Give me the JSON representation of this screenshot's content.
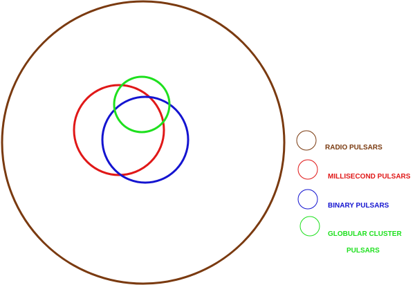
{
  "colors": {
    "radio": "#7a3a10",
    "millisecond": "#e01818",
    "binary": "#1414d0",
    "globular": "#1ee01e"
  },
  "legend": [
    {
      "key": "radio",
      "label": "RADIO PULSARS",
      "color": "#7a3a10"
    },
    {
      "key": "millisecond",
      "label": "MILLISECOND PULSARS",
      "color": "#e01818"
    },
    {
      "key": "binary",
      "label": "BINARY PULSARS",
      "color": "#1414d0"
    },
    {
      "key": "globular",
      "label": "GLOBULAR CLUSTER",
      "label_line2": "PULSARS",
      "color": "#1ee01e"
    }
  ]
}
